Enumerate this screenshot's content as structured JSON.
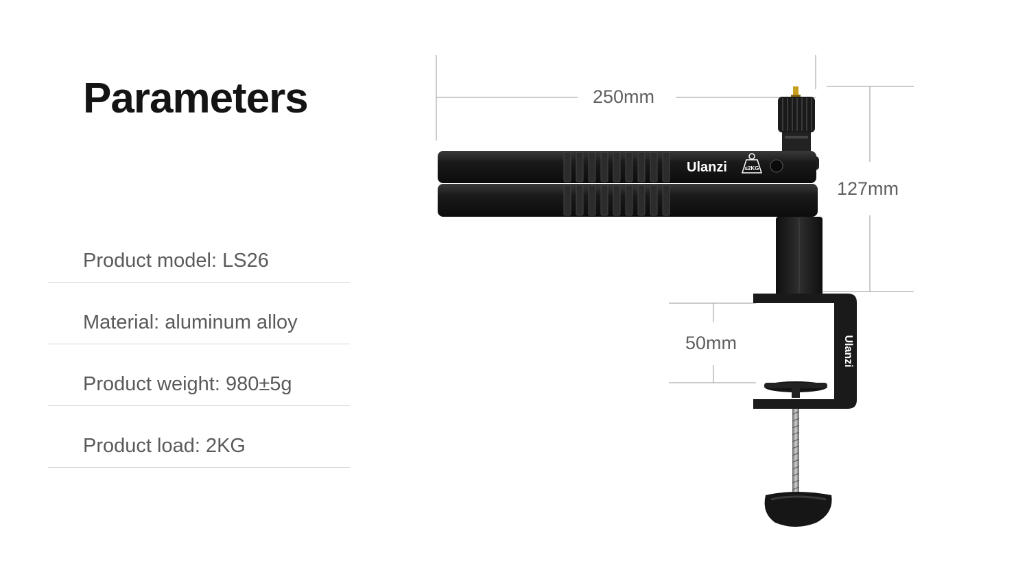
{
  "page": {
    "title": "Parameters"
  },
  "specs": [
    {
      "text": "Product model: LS26"
    },
    {
      "text": "Material: aluminum alloy"
    },
    {
      "text": "Product weight: 980±5g"
    },
    {
      "text": "Product load: 2KG"
    }
  ],
  "product": {
    "brand": "Ulanzi",
    "load_badge": "≤2KG",
    "dimensions": {
      "length": "250mm",
      "height": "127mm",
      "clamp_opening": "50mm"
    }
  },
  "colors": {
    "title": "#141414",
    "text": "#5a5a5a",
    "metal": "#1c1c1c",
    "accent": "#c8a020"
  }
}
